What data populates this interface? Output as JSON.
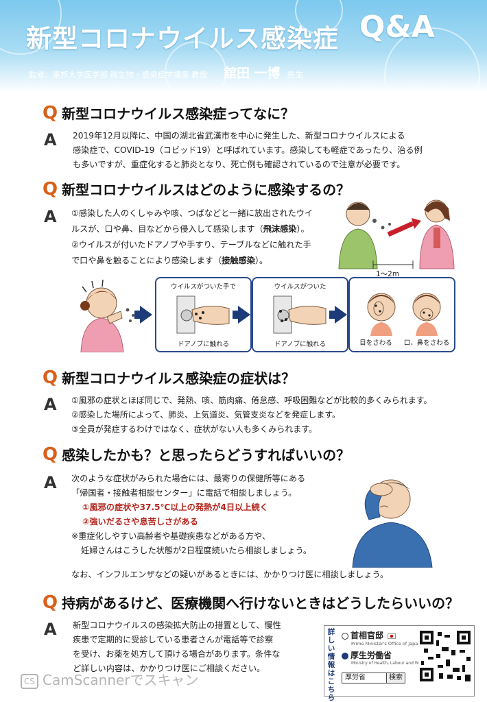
{
  "header": {
    "title": "新型コロナウイルス感染症",
    "qa_label": "Q&A",
    "supervisor_role": "監修：東邦大学医学部 微生物・感染症学講座 教授",
    "supervisor_name": "舘田 一博",
    "honorific": "先生"
  },
  "q_mark": "Q",
  "a_mark": "A",
  "sections": [
    {
      "question": "新型コロナウイルス感染症ってなに？",
      "answer_lines": [
        "2019年12月以降に、中国の湖北省武漢市を中心に発生した、新型コロナウイルスによる",
        "感染症で、COVID-19（コビッド19）と呼ばれています。感染しても軽症であったり、治る例",
        "も多いですが、重症化すると肺炎となり、死亡例も確認されているので注意が必要です。"
      ]
    },
    {
      "question": "新型コロナウイルスはどのように感染するの？",
      "answer_lines": [
        "①感染した人のくしゃみや咳、つばなどと一緒に放出されたウイ",
        "ルスが、口や鼻、目などから侵入して感染します（",
        "飛沫感染",
        "）。",
        "②ウイルスが付いたドアノブや手すり、テーブルなどに触れた手",
        "で口や鼻を触ることにより感染します（",
        "接触感染",
        "）。"
      ],
      "distance_label": "1～2m",
      "panel_1_top": "ウイルスがついた手で",
      "panel_1_bottom": "ドアノブに触れる",
      "panel_2_top": "ウイルスがついた",
      "panel_2_bottom": "ドアノブに触れる",
      "panel_3_left": "目をさわる",
      "panel_3_right": "口、鼻をさわる"
    },
    {
      "question": "新型コロナウイルス感染症の症状は？",
      "answer_lines": [
        "①風邪の症状とほぼ同じで、発熱、咳、筋肉痛、倦怠感、呼吸困難などが比較的多くみられます。",
        "②感染した場所によって、肺炎、上気道炎、気管支炎などを発症します。",
        "③全員が発症するわけではなく、症状がない人も多くみられます。"
      ]
    },
    {
      "question": "感染したかも？と思ったらどうすればいいの？",
      "answer_lines": [
        "次のような症状がみられた場合には、最寄りの保健所等にある",
        "「帰国者・接触者相談センター」に電話で相談しましょう。",
        "①風邪の症状や37.5℃以上の発熱が4日以上続く",
        "②強いだるさや息苦しさがある",
        "※重症化しやすい高齢者や基礎疾患などがある方や、",
        "妊婦さんはこうした状態が2日程度続いたら相談しましょう。",
        "なお、インフルエンザなどの疑いがあるときには、かかりつけ医に相談しましょう。"
      ]
    },
    {
      "question": "持病があるけど、医療機関へ行けないときはどうしたらいいの？",
      "answer_lines": [
        "新型コロナウイルスの感染拡大防止の措置として、慢性",
        "疾患で定期的に受診している患者さんが電話等で診察",
        "を受け、お薬を処方して頂ける場合があります。条件な",
        "ど詳しい内容は、かかりつけ医にご相談ください。"
      ]
    }
  ],
  "info_box": {
    "vertical_label": "詳しい情報はこちら",
    "kantei": "首相官邸",
    "kantei_en": "Prime Minister's Office of Japan",
    "mhlw": "厚生労働省",
    "mhlw_en": "Ministry of Health, Labour and Welfare",
    "search_value": "厚労省",
    "search_button": "検索"
  },
  "watermark": {
    "badge": "CS",
    "text": "CamScannerでスキャン"
  },
  "colors": {
    "header_blue": "#7cc8ee",
    "q_orange": "#d9601b",
    "accent_red": "#b3261e",
    "panel_navy": "#2b4a8c"
  }
}
